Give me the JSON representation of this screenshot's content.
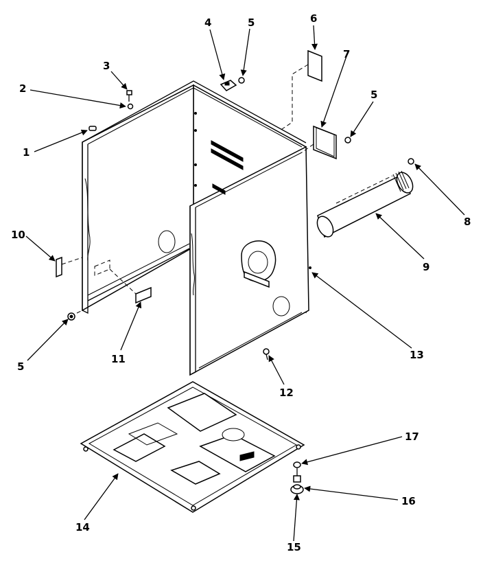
{
  "diagram": {
    "callouts": [
      {
        "id": "callout-1",
        "text": "1"
      },
      {
        "id": "callout-2",
        "text": "2"
      },
      {
        "id": "callout-3",
        "text": "3"
      },
      {
        "id": "callout-4",
        "text": "4"
      },
      {
        "id": "callout-5a",
        "text": "5"
      },
      {
        "id": "callout-5b",
        "text": "5"
      },
      {
        "id": "callout-5c",
        "text": "5"
      },
      {
        "id": "callout-6",
        "text": "6"
      },
      {
        "id": "callout-7",
        "text": "7"
      },
      {
        "id": "callout-8",
        "text": "8"
      },
      {
        "id": "callout-9",
        "text": "9"
      },
      {
        "id": "callout-10",
        "text": "10"
      },
      {
        "id": "callout-11",
        "text": "11"
      },
      {
        "id": "callout-12",
        "text": "12"
      },
      {
        "id": "callout-13",
        "text": "13"
      },
      {
        "id": "callout-14",
        "text": "14"
      },
      {
        "id": "callout-15",
        "text": "15"
      },
      {
        "id": "callout-16",
        "text": "16"
      },
      {
        "id": "callout-17",
        "text": "17"
      }
    ]
  }
}
